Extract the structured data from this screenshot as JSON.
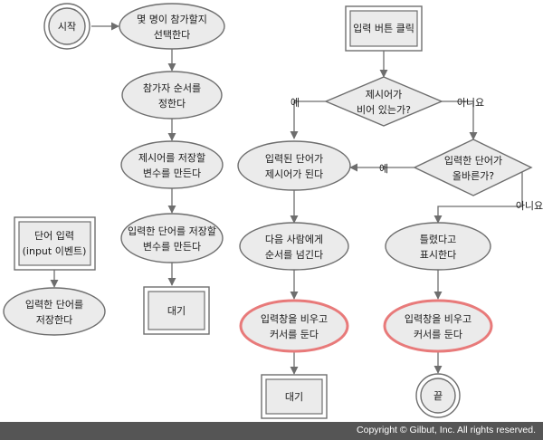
{
  "nodes": {
    "start": [
      "시작"
    ],
    "choose_players": [
      "몇 명이 참가할지",
      "선택한다"
    ],
    "set_order": [
      "참가자 순서를",
      "정한다"
    ],
    "make_word_var": [
      "제시어를 저장할",
      "변수를 만든다"
    ],
    "make_input_var": [
      "입력한 단어를 저장할",
      "변수를 만든다"
    ],
    "wait_1": [
      "대기"
    ],
    "input_event": [
      "단어 입력",
      "(input 이벤트)"
    ],
    "store_input": [
      "입력한 단어를",
      "저장한다"
    ],
    "click_button": [
      "입력 버튼 클릭"
    ],
    "is_word_empty": [
      "제시어가",
      "비어 있는가?"
    ],
    "input_becomes_word": [
      "입력된 단어가",
      "제시어가 된다"
    ],
    "is_input_correct": [
      "입력한 단어가",
      "올바른가?"
    ],
    "next_turn": [
      "다음 사람에게",
      "순서를 넘긴다"
    ],
    "clear_input_1": [
      "입력창을 비우고",
      "커서를 둔다"
    ],
    "wait_2": [
      "대기"
    ],
    "show_wrong": [
      "틀렸다고",
      "표시한다"
    ],
    "clear_input_2": [
      "입력창을 비우고",
      "커서를 둔다"
    ],
    "end": [
      "끝"
    ]
  },
  "edge_labels": {
    "empty_yes": "예",
    "empty_no": "아니요",
    "correct_yes": "예",
    "correct_no": "아니요"
  },
  "colors": {
    "stroke": "#6e6e6e",
    "node_fill": "#ebebeb",
    "highlight": "#e87a7a",
    "footer_bg": "#555555"
  },
  "footer": {
    "copyright": "Copyright © Gilbut, Inc. All rights reserved."
  }
}
